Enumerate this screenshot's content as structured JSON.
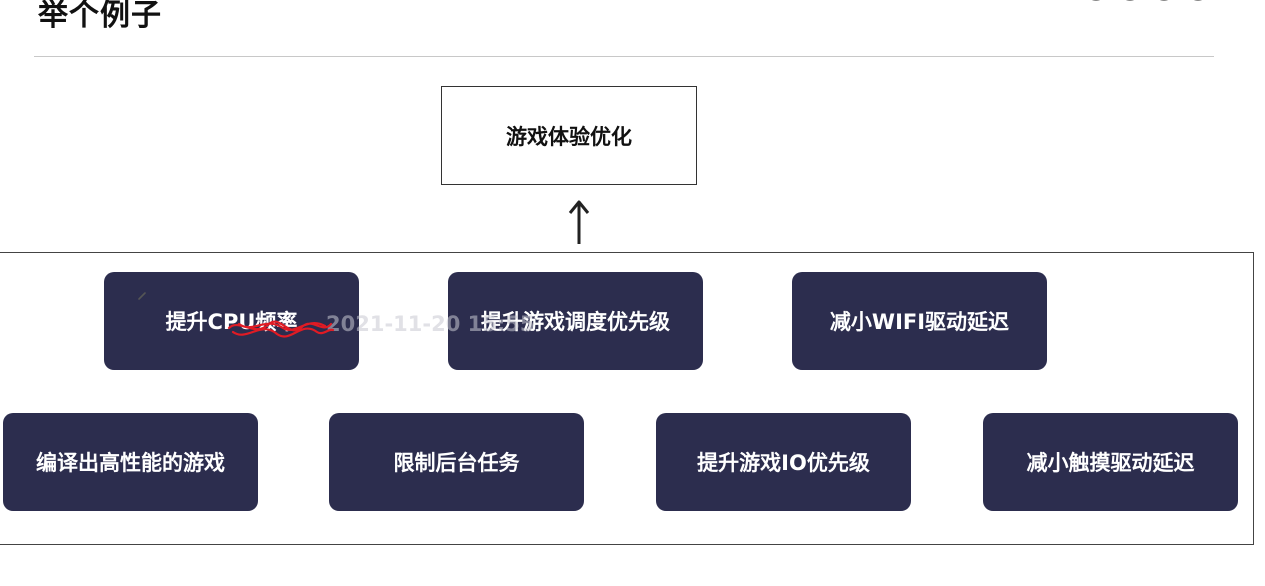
{
  "slide": {
    "title": "举个例子"
  },
  "diagram": {
    "goal": "游戏体验优化",
    "measures_row1": [
      "提升CPU频率",
      "提升游戏调度优先级",
      "减小WIFI驱动延迟"
    ],
    "measures_row2": [
      "编译出高性能的游戏",
      "限制后台任务",
      "提升游戏IO优先级",
      "减小触摸驱动延迟"
    ],
    "watermark": "2021-11-20 15:55"
  },
  "colors": {
    "box_fill": "#2c2d4e",
    "box_text": "#ffffff",
    "annotation": "#e01b24"
  }
}
